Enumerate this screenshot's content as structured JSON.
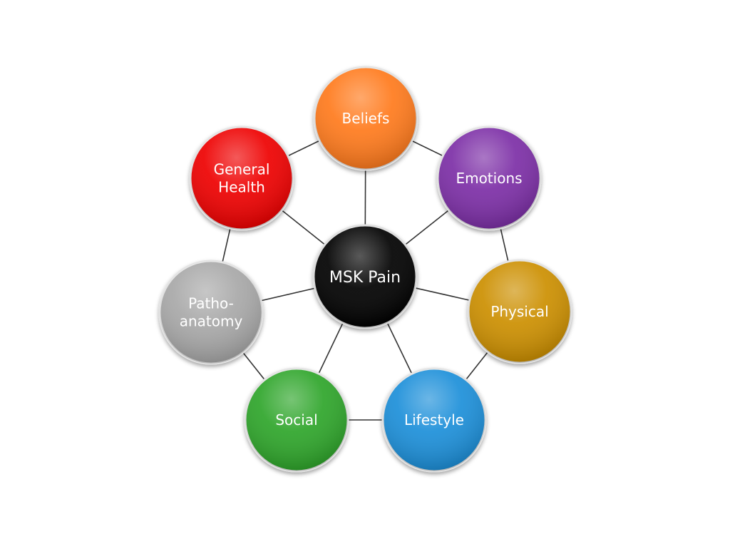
{
  "diagram": {
    "center": {
      "label": "MSK Pain",
      "color": "#000000"
    },
    "nodes": [
      {
        "id": "beliefs",
        "lines": [
          "Beliefs"
        ],
        "color": "#ff7a1a"
      },
      {
        "id": "emotions",
        "lines": [
          "Emotions"
        ],
        "color": "#7b2fa6"
      },
      {
        "id": "physical",
        "lines": [
          "Physical"
        ],
        "color": "#cc8f00"
      },
      {
        "id": "lifestyle",
        "lines": [
          "Lifestyle"
        ],
        "color": "#1b8fd9"
      },
      {
        "id": "social",
        "lines": [
          "Social"
        ],
        "color": "#2fa52a"
      },
      {
        "id": "pathoanatomy",
        "lines": [
          "Patho-",
          "anatomy"
        ],
        "color": "#a8a8a8"
      },
      {
        "id": "general-health",
        "lines": [
          "General",
          "Health"
        ],
        "color": "#ee0000"
      }
    ]
  }
}
